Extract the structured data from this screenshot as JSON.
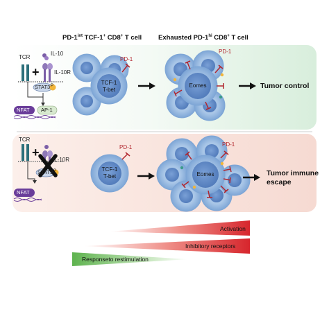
{
  "headers": {
    "left": {
      "pre": "PD-1",
      "sup": "int",
      "post": " TCF-1",
      "sup2": "+",
      "post2": " CD8",
      "sup3": "+",
      "post3": " T cell"
    },
    "right": {
      "pre": "Exhausted PD-1",
      "sup": "hi",
      "post": " CD8",
      "sup2": "+",
      "post2": " T cell"
    }
  },
  "top_panel": {
    "tcr": "TCR",
    "il10": "IL-10",
    "il10r": "IL-10R",
    "stat3": "STAT3",
    "p": "P",
    "nfat": "NFAT",
    "ap1": "AP-1",
    "pd1_small": "PD-1",
    "cell1_lines": [
      "TCF-1",
      "T-bet"
    ],
    "pd1_large": "PD-1",
    "cell2_label": "Eomes",
    "outcome": "Tumor control"
  },
  "bottom_panel": {
    "tcr": "TCR",
    "il10r": "IL-10R",
    "stat3": "STAT3",
    "p": "P",
    "nfat": "NFAT",
    "pd1_small": "PD-1",
    "cell1_lines": [
      "TCF-1",
      "T-bet"
    ],
    "pd1_large": "PD-1",
    "cell2_label": "Eomes",
    "outcome_lines": [
      "Tumor immune",
      "escape"
    ]
  },
  "gradients": {
    "activation": "Activation",
    "inhibitory": "Inhibitory receptors",
    "response": "Responseto restimulation"
  },
  "colors": {
    "top_bg_start": "#ffffff",
    "top_bg_end": "#dcefe0",
    "bottom_bg_start": "#fbe9e3",
    "bottom_bg_end": "#f7dcd4",
    "cell_outer": "#8db1da",
    "cell_inner": "#5b86c4",
    "pd1": "#b1252d",
    "nfat": "#6a3d9a",
    "ap1": "#d8ead0",
    "stat3": "#c9d6ea",
    "phospho": "#f2b53a",
    "red_wedge": "#d7262d",
    "green_wedge": "#66bb55",
    "tcr": "#2c6f7a"
  }
}
